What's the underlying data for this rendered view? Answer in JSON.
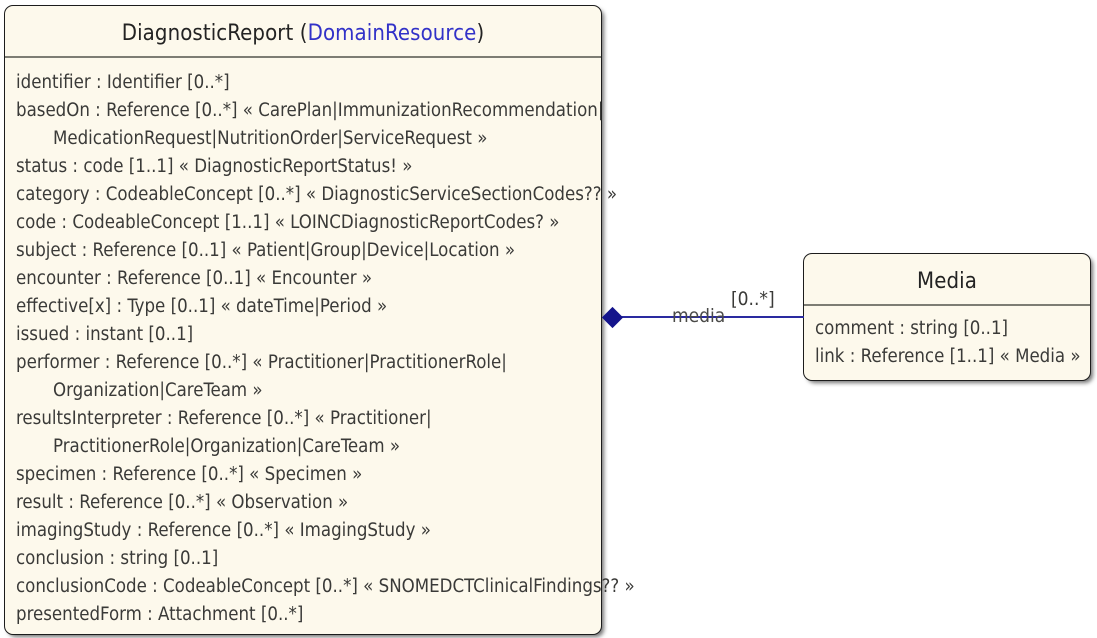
{
  "diagram": {
    "type": "uml-class-diagram",
    "background_color": "#ffffff",
    "box_fill_color": "#FDF9EC",
    "box_border_color": "#1c1c1c",
    "link_color": "#2A2AA0",
    "stereotype_color": "#3232C8"
  },
  "classes": {
    "diagnostic_report": {
      "name": "DiagnosticReport",
      "parent_open": " (",
      "parent": "DomainResource",
      "parent_close": ")",
      "attributes": [
        {
          "text": "identifier : Identifier [0..*]",
          "indent": false
        },
        {
          "text": "basedOn : Reference [0..*] « CarePlan|ImmunizationRecommendation|",
          "indent": false
        },
        {
          "text": "MedicationRequest|NutritionOrder|ServiceRequest »",
          "indent": true
        },
        {
          "text": "status : code [1..1] « DiagnosticReportStatus! »",
          "indent": false
        },
        {
          "text": "category : CodeableConcept [0..*] « DiagnosticServiceSectionCodes?? »",
          "indent": false
        },
        {
          "text": "code : CodeableConcept [1..1] « LOINCDiagnosticReportCodes? »",
          "indent": false
        },
        {
          "text": "subject : Reference [0..1] « Patient|Group|Device|Location »",
          "indent": false
        },
        {
          "text": "encounter : Reference [0..1] « Encounter »",
          "indent": false
        },
        {
          "text": "effective[x] : Type [0..1] « dateTime|Period »",
          "indent": false
        },
        {
          "text": "issued : instant [0..1]",
          "indent": false
        },
        {
          "text": "performer : Reference [0..*] « Practitioner|PractitionerRole|",
          "indent": false
        },
        {
          "text": "Organization|CareTeam »",
          "indent": true
        },
        {
          "text": "resultsInterpreter : Reference [0..*] « Practitioner|",
          "indent": false
        },
        {
          "text": "PractitionerRole|Organization|CareTeam »",
          "indent": true
        },
        {
          "text": "specimen : Reference [0..*] « Specimen »",
          "indent": false
        },
        {
          "text": "result : Reference [0..*] « Observation »",
          "indent": false
        },
        {
          "text": "imagingStudy : Reference [0..*] « ImagingStudy »",
          "indent": false
        },
        {
          "text": "conclusion : string [0..1]",
          "indent": false
        },
        {
          "text": "conclusionCode : CodeableConcept [0..*] « SNOMEDCTClinicalFindings?? »",
          "indent": false
        },
        {
          "text": "presentedForm : Attachment [0..*]",
          "indent": false
        }
      ]
    },
    "media": {
      "name": "Media",
      "attributes": [
        {
          "text": "comment : string [0..1]",
          "indent": false
        },
        {
          "text": "link : Reference [1..1] « Media »",
          "indent": false
        }
      ]
    }
  },
  "association": {
    "role_label": "media",
    "multiplicity": "[0..*]",
    "kind": "composition"
  }
}
